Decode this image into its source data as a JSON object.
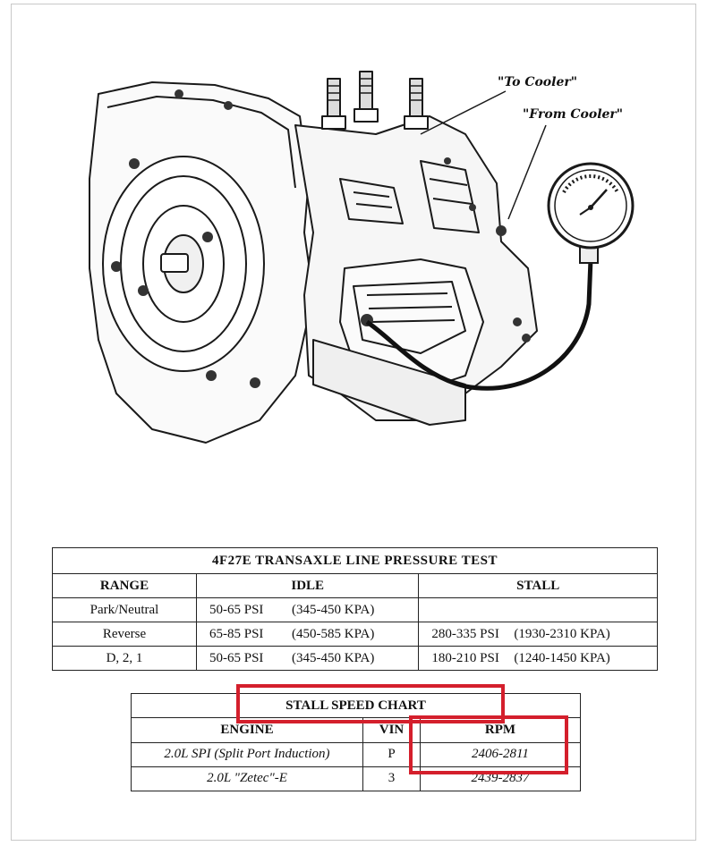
{
  "diagram": {
    "callouts": {
      "to_cooler": "\"To Cooler\"",
      "from_cooler": "\"From Cooler\""
    },
    "icons": [
      "transaxle-illustration",
      "pressure-gauge-icon"
    ]
  },
  "pressure_table": {
    "title": "4F27E TRANSAXLE LINE PRESSURE TEST",
    "headers": [
      "RANGE",
      "IDLE",
      "STALL"
    ],
    "rows": [
      {
        "range": "Park/Neutral",
        "idle_psi": "50-65 PSI",
        "idle_kpa": "(345-450 KPA)",
        "stall_psi": "",
        "stall_kpa": ""
      },
      {
        "range": "Reverse",
        "idle_psi": "65-85 PSI",
        "idle_kpa": "(450-585 KPA)",
        "stall_psi": "280-335 PSI",
        "stall_kpa": "(1930-2310 KPA)"
      },
      {
        "range": "D, 2, 1",
        "idle_psi": "50-65 PSI",
        "idle_kpa": "(345-450 KPA)",
        "stall_psi": "180-210 PSI",
        "stall_kpa": "(1240-1450 KPA)"
      }
    ]
  },
  "stall_table": {
    "title": "STALL SPEED CHART",
    "headers": [
      "ENGINE",
      "VIN",
      "RPM"
    ],
    "rows": [
      {
        "engine": "2.0L SPI (Split Port Induction)",
        "vin": "P",
        "rpm": "2406-2811"
      },
      {
        "engine": "2.0L \"Zetec\"-E",
        "vin": "3",
        "rpm": "2439-2837"
      }
    ]
  },
  "highlight_color": "#d41f2c"
}
